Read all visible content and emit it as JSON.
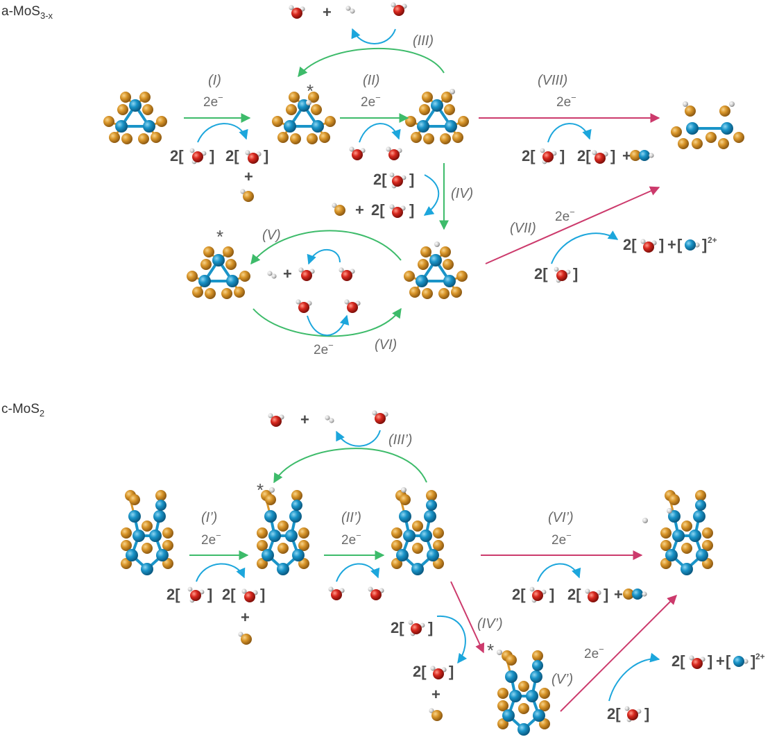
{
  "sections": [
    {
      "title": "a-MoS",
      "sub": "3-x"
    },
    {
      "title": "c-MoS",
      "sub": "2"
    }
  ],
  "steps_a": [
    "(I)",
    "(II)",
    "(III)",
    "(IV)",
    "(V)",
    "(VI)",
    "(VII)",
    "(VIII)"
  ],
  "steps_c": [
    "(I’)",
    "(II’)",
    "(III’)",
    "(IV’)",
    "(V’)",
    "(VI’)"
  ],
  "electron_label": "2e",
  "electron_sup": "−",
  "coeff": "2[",
  "bracket_close": "]",
  "plus": "+",
  "charge": "2+",
  "star": "*",
  "colors": {
    "mo": "#1a94c8",
    "s": "#d9962a",
    "o": "#d8281e",
    "h": "#c8c8c8",
    "green_arrow": "#3dbb6a",
    "pink_arrow": "#cc3a6c",
    "blue_arrow": "#1ca6dc"
  },
  "icons": [
    "mo-atom-icon",
    "s-atom-icon",
    "water-molecule-icon",
    "hydronium-icon",
    "hydrogen-icon",
    "h2s-icon",
    "hs-icon"
  ]
}
